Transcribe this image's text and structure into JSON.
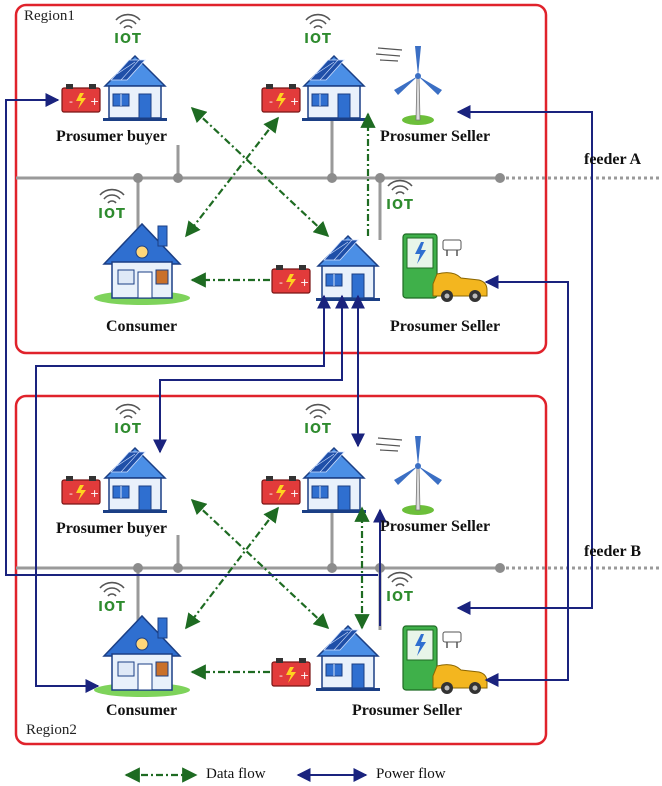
{
  "regions": {
    "region1_label": "Region1",
    "region2_label": "Region2"
  },
  "feeders": {
    "a": "feeder A",
    "b": "feeder B"
  },
  "nodes": {
    "r1_buyer": "Prosumer buyer",
    "r1_seller_wind": "Prosumer Seller",
    "r1_consumer": "Consumer",
    "r1_seller_ev": "Prosumer Seller",
    "r2_buyer": "Prosumer buyer",
    "r2_seller_wind": "Prosumer Seller",
    "r2_consumer": "Consumer",
    "r2_seller_ev": "Prosumer Seller"
  },
  "iot_label": "IoT",
  "legend": {
    "data_flow": "Data flow",
    "power_flow": "Power flow"
  },
  "colors": {
    "region_border": "#e0222b",
    "feeder_line": "#9a9a9a",
    "data_flow": "#1e6b22",
    "power_flow": "#1a237e",
    "solar_panel": "#1f4fa8",
    "house_blue": "#2f6fd0",
    "battery_red": "#e23b3b",
    "iot_green": "#2e8b2e"
  }
}
